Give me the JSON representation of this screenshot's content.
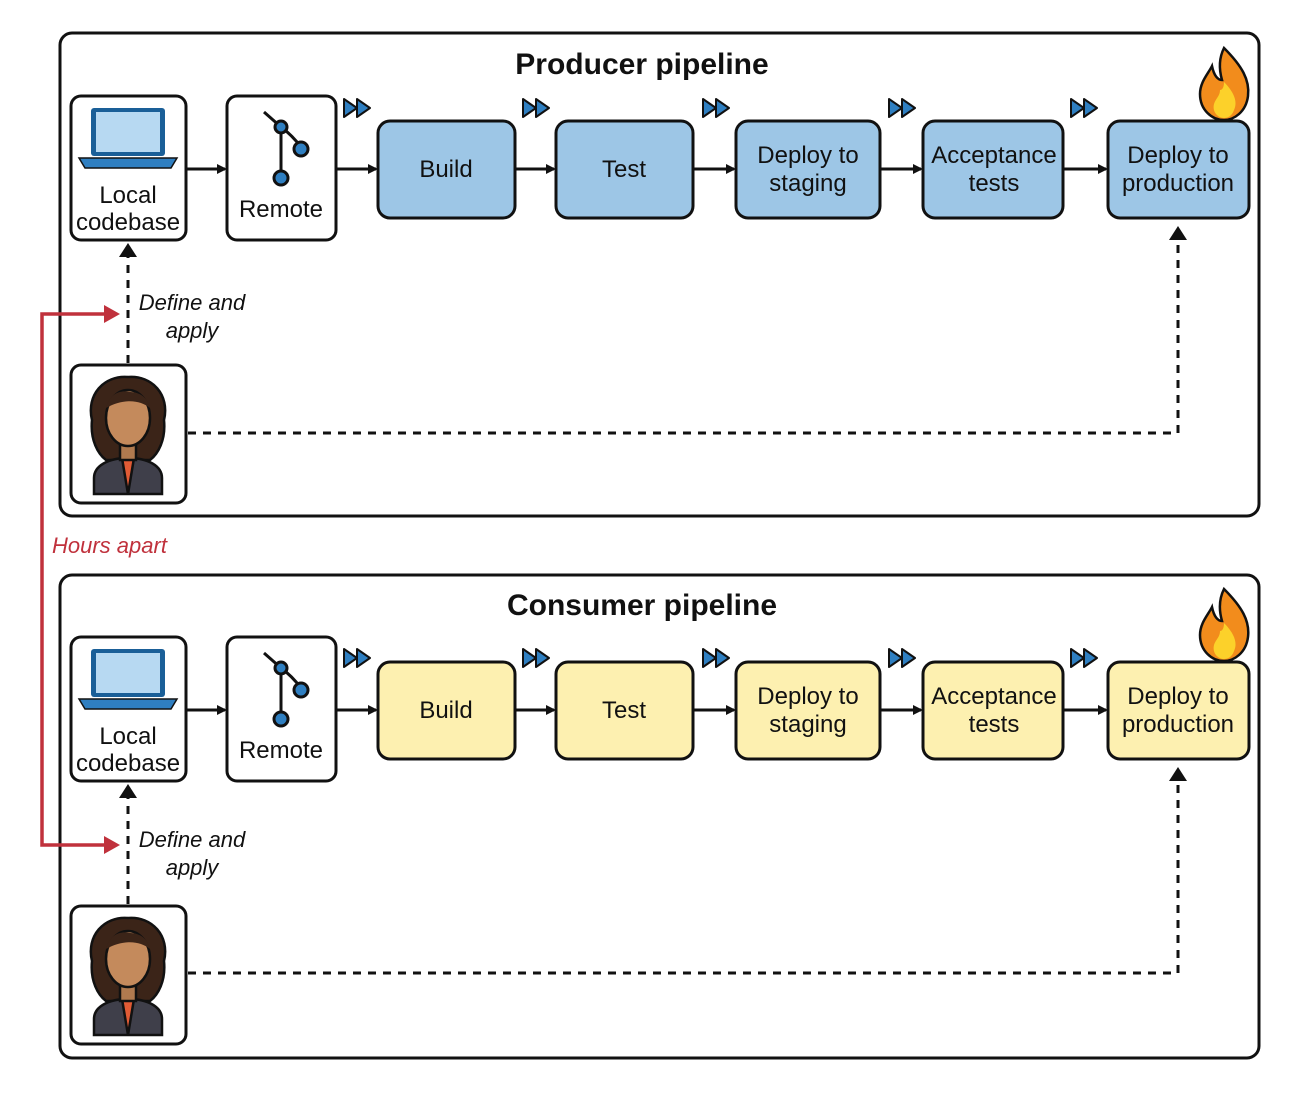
{
  "connector_label": "Hours apart",
  "colors": {
    "producer_fill": "#9dc6e6",
    "consumer_fill": "#fdf0b0",
    "red_connector": "#c0313c",
    "fast_forward": "#2f7fc1"
  },
  "pipelines": [
    {
      "title": "Producer pipeline",
      "local_label": [
        "Local",
        "codebase"
      ],
      "remote_label": "Remote",
      "define_label": [
        "Define and",
        "apply"
      ],
      "stages": [
        {
          "label": [
            "Build"
          ]
        },
        {
          "label": [
            "Test"
          ]
        },
        {
          "label": [
            "Deploy to",
            "staging"
          ]
        },
        {
          "label": [
            "Acceptance",
            "tests"
          ]
        },
        {
          "label": [
            "Deploy to",
            "production"
          ]
        }
      ]
    },
    {
      "title": "Consumer pipeline",
      "local_label": [
        "Local",
        "codebase"
      ],
      "remote_label": "Remote",
      "define_label": [
        "Define and",
        "apply"
      ],
      "stages": [
        {
          "label": [
            "Build"
          ]
        },
        {
          "label": [
            "Test"
          ]
        },
        {
          "label": [
            "Deploy to",
            "staging"
          ]
        },
        {
          "label": [
            "Acceptance",
            "tests"
          ]
        },
        {
          "label": [
            "Deploy to",
            "production"
          ]
        }
      ]
    }
  ]
}
